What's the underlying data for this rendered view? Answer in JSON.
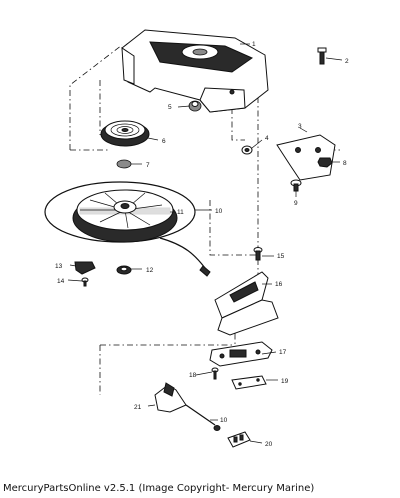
{
  "callouts": {
    "c1": "1",
    "c2": "2",
    "c3": "3",
    "c4": "4",
    "c5": "5",
    "c6": "6",
    "c7": "7",
    "c8": "8",
    "c9": "9",
    "c10a": "10",
    "c10b": "10",
    "c11": "11",
    "c12": "12",
    "c13": "13",
    "c14": "14",
    "c15": "15",
    "c16": "16",
    "c17": "17",
    "c18": "18",
    "c19": "19",
    "c20": "20",
    "c21": "21"
  },
  "caption": "MercuryPartsOnline v2.5.1 (Image Copyright- Mercury Marine)"
}
